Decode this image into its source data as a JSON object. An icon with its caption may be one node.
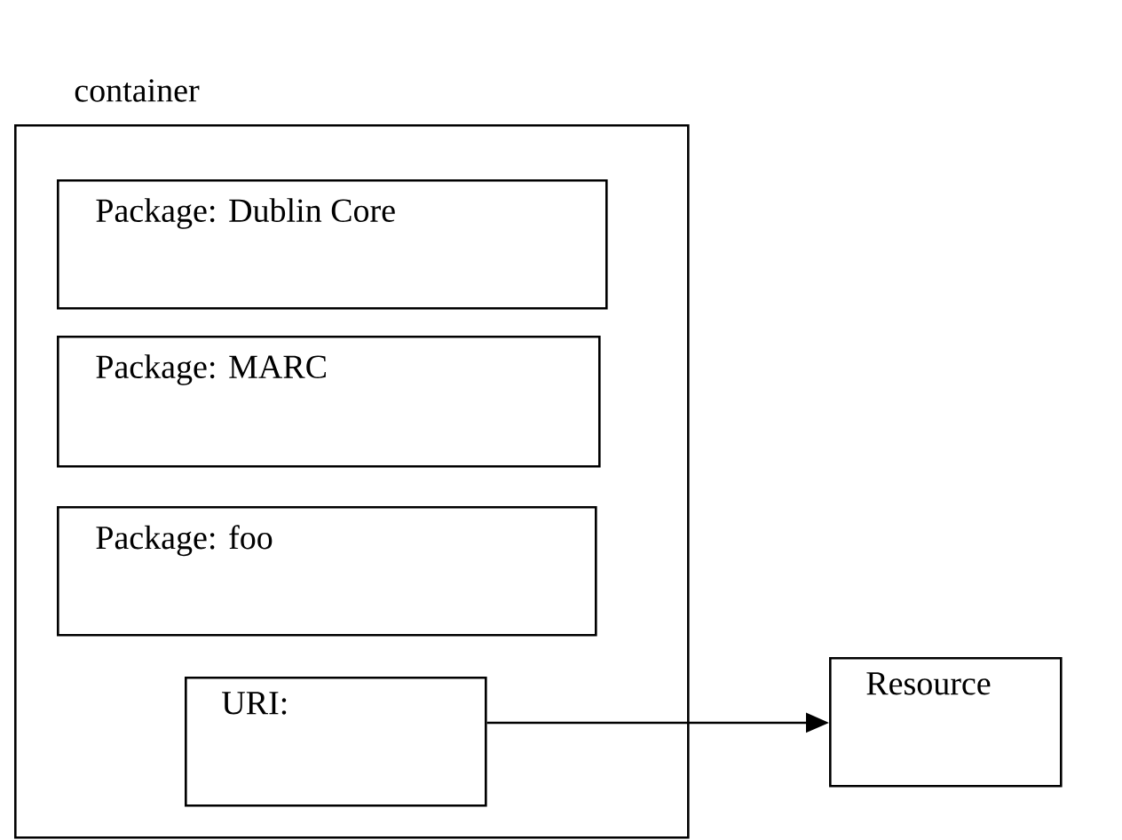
{
  "diagram": {
    "nodes": [
      {
        "text": [
          "container"
        ]
      },
      {
        "text": [
          "Package: Dublin Core"
        ],
        "in": 0
      },
      {
        "text": [
          "Package: MARC"
        ],
        "in": 0
      },
      {
        "text": [
          "Package: foo"
        ],
        "in": 0
      },
      {
        "text": [
          "URI:"
        ],
        "in": 0
      },
      {
        "text": [
          "Resource"
        ]
      }
    ],
    "edges": [
      {
        "from": 4,
        "to": 5,
        "arrow": "to"
      }
    ]
  }
}
